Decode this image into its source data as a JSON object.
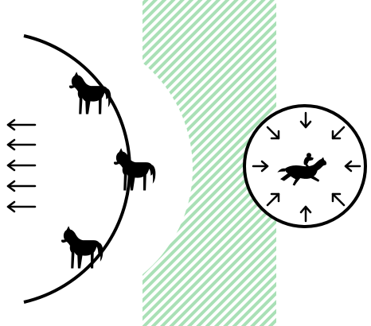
{
  "colors": {
    "background": "#ffffff",
    "stripe": "#a9e0b6",
    "ink": "#000000"
  },
  "icons": {
    "standing_horse": "horse-silhouette-icon",
    "racing_horse": "racehorse-with-jockey-icon",
    "arrow": "arrow-icon"
  },
  "large_region": {
    "horse_count": 3,
    "outward_arrow_count": 5,
    "arrow_direction": "left"
  },
  "small_region": {
    "racing_horse_count": 1,
    "inward_arrow_count": 8,
    "arrow_direction": "inward"
  }
}
